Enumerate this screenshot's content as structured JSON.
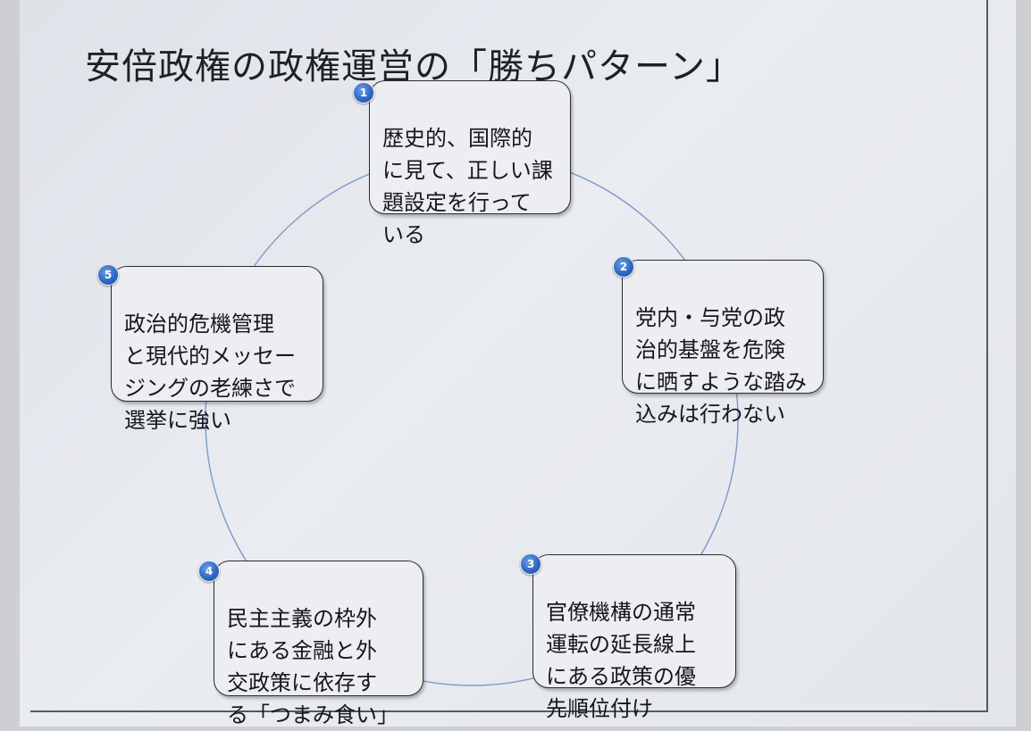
{
  "title": "安倍政権の政権運営の「勝ちパターン」",
  "cycle": {
    "color": "#7a9ccc",
    "badge_color": "#2f68c4",
    "items": [
      {
        "number": "1",
        "text": "歴史的、国際的\nに見て、正しい課\n題設定を行って\nいる"
      },
      {
        "number": "2",
        "text": "党内・与党の政\n治的基盤を危険\nに晒すような踏み\n込みは行わない"
      },
      {
        "number": "3",
        "text": "官僚機構の通常\n運転の延長線上\nにある政策の優\n先順位付け"
      },
      {
        "number": "4",
        "text": "民主主義の枠外\nにある金融と外\n交政策に依存す\nる「つまみ食い」"
      },
      {
        "number": "5",
        "text": "政治的危機管理\nと現代的メッセー\nジングの老練さで\n選挙に強い"
      }
    ]
  }
}
